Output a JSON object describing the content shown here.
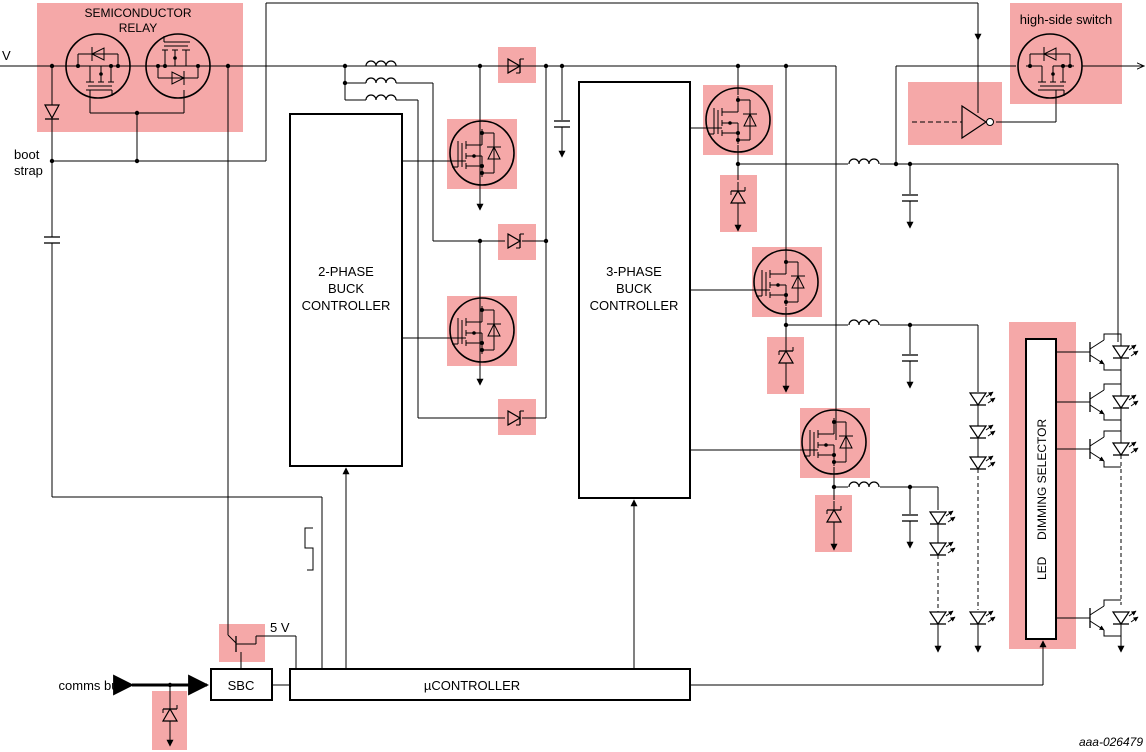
{
  "labels": {
    "v_input": "V",
    "semiconductor_relay_line1": "SEMICONDUCTOR",
    "semiconductor_relay_line2": "RELAY",
    "boot_strap_line1": "boot",
    "boot_strap_line2": "strap",
    "high_side_switch": "high-side switch",
    "two_phase_line1": "2-PHASE",
    "two_phase_line2": "BUCK",
    "two_phase_line3": "CONTROLLER",
    "three_phase_line1": "3-PHASE",
    "three_phase_line2": "BUCK",
    "three_phase_line3": "CONTROLLER",
    "microcontroller": "µCONTROLLER",
    "sbc": "SBC",
    "comms_bus": "comms bus",
    "five_volt": "5 V",
    "led_dimming_selector_a": "LED",
    "led_dimming_selector_b": "DIMMING SELECTOR",
    "figure_id": "aaa-026479"
  },
  "colors": {
    "highlight": "#f5a8a8",
    "line": "#000000",
    "background": "#ffffff"
  }
}
